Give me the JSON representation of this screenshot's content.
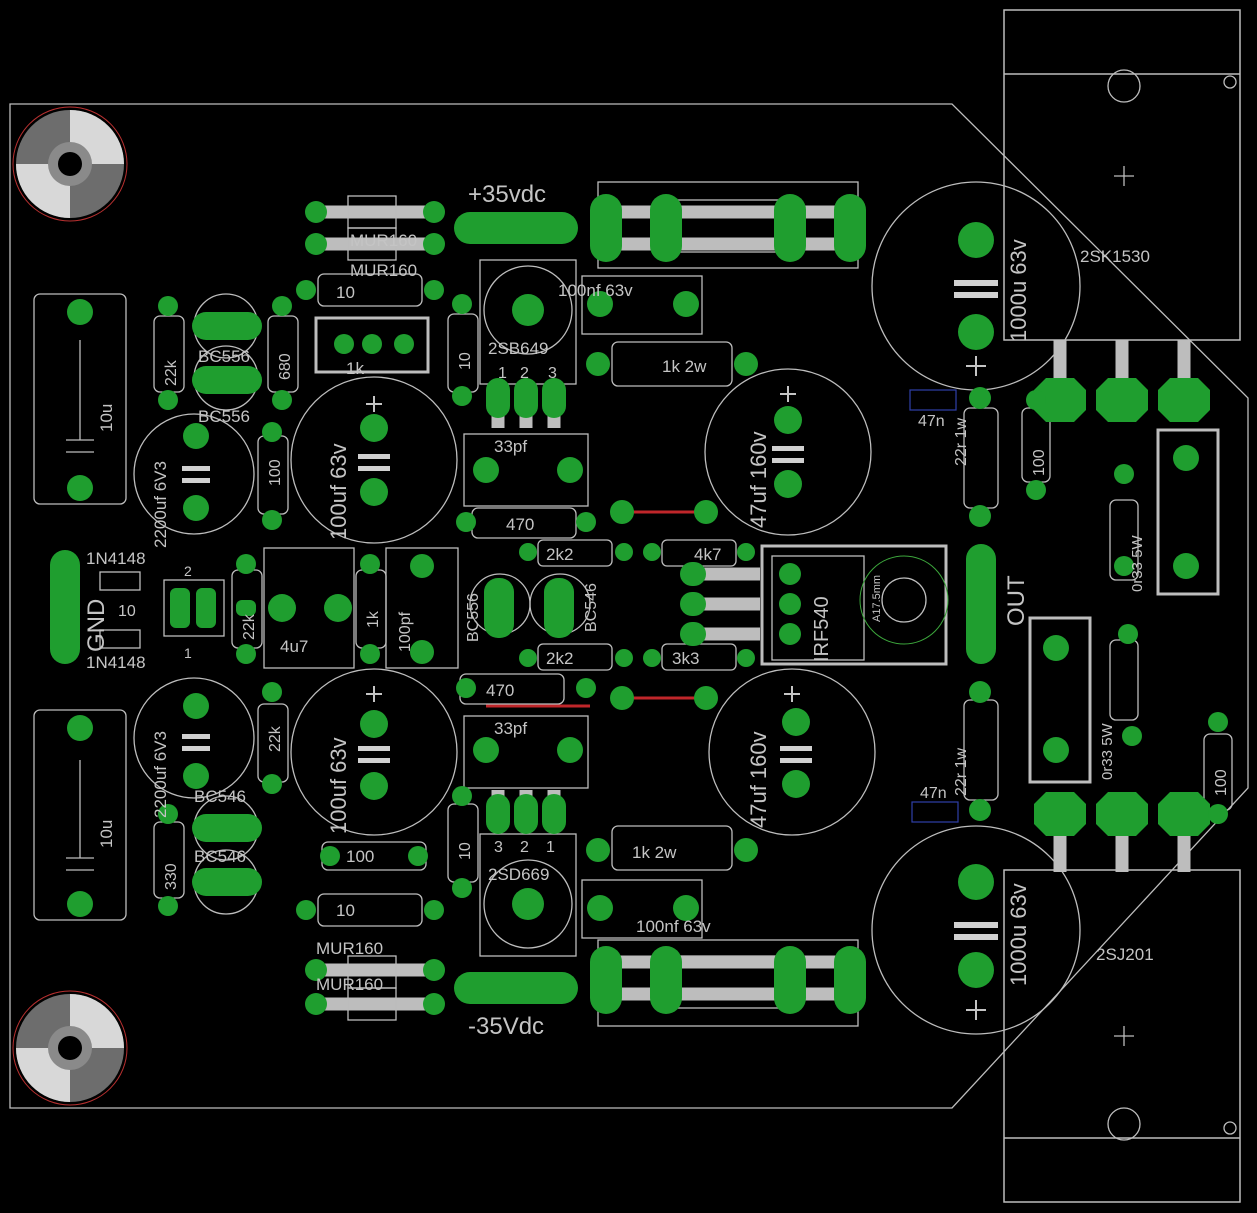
{
  "labels": {
    "supply_pos": "+35vdc",
    "supply_neg": "-35Vdc",
    "gnd": "GND",
    "out": "OUT"
  },
  "parts": {
    "mur160": "MUR160",
    "r10": "10",
    "r1k_trim": "1k",
    "r22k": "22k",
    "bc556": "BC556",
    "r680": "680",
    "r10_v": "10",
    "sb649": "2SB649",
    "pin1": "1",
    "pin2": "2",
    "pin3": "3",
    "c100nf": "100nf 63v",
    "r1k2w": "1k 2w",
    "c10u": "10u",
    "c2200": "2200uf 6V3",
    "r100": "100",
    "c100uf": "100uf 63v",
    "c33pf": "33pf",
    "c47uf": "47uf 160v",
    "r470": "470",
    "r2k2": "2k2",
    "r4k7": "4k7",
    "r3k3": "3k3",
    "n4148": "1N4148",
    "c4u7": "4u7",
    "r1k": "1k",
    "c100pf": "100pf",
    "bc556_h": "BC556",
    "bc546_h": "BC546",
    "irf540": "IRF540",
    "a175": "A17.5mm",
    "c1000u": "1000u 63v",
    "sk1530": "2SK1530",
    "sj201": "2SJ201",
    "c47n": "47n",
    "r22r1w": "22r 1w",
    "r0r33": "0r33 5W",
    "bc546": "BC546",
    "r330": "330",
    "sd669": "2SD669"
  }
}
